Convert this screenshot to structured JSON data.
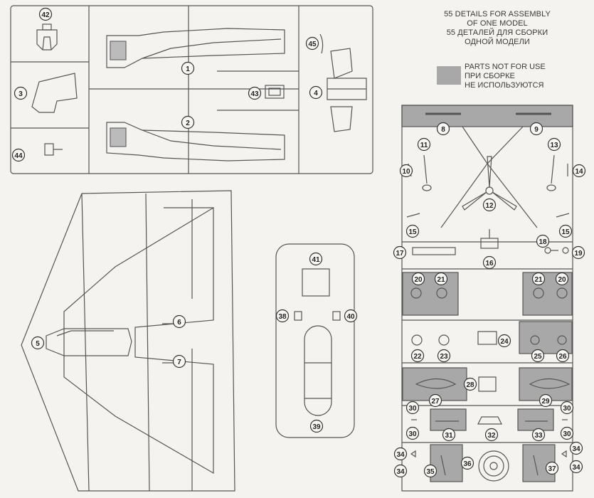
{
  "header": {
    "line1": "55 DETAILS FOR ASSEMBLY",
    "line2": "OF ONE MODEL",
    "line3": "55 ДЕТАЛЕЙ ДЛЯ СБОРКИ",
    "line4": "ОДНОЙ МОДЕЛИ"
  },
  "legend": {
    "line1": "PARTS NOT FOR USE",
    "line2": "ПРИ СБОРКЕ",
    "line3": "НЕ ИСПОЛЬЗУЮТСЯ",
    "swatch_color": "#a8a8a8"
  },
  "part_numbers": [
    "1",
    "2",
    "3",
    "4",
    "5",
    "6",
    "7",
    "8",
    "9",
    "10",
    "11",
    "12",
    "13",
    "14",
    "15",
    "15",
    "16",
    "17",
    "18",
    "19",
    "20",
    "21",
    "21",
    "20",
    "22",
    "23",
    "24",
    "25",
    "26",
    "27",
    "28",
    "29",
    "30",
    "30",
    "30",
    "30",
    "31",
    "32",
    "33",
    "34",
    "34",
    "34",
    "34",
    "35",
    "36",
    "37",
    "38",
    "39",
    "40",
    "41",
    "42",
    "43",
    "44",
    "45"
  ]
}
